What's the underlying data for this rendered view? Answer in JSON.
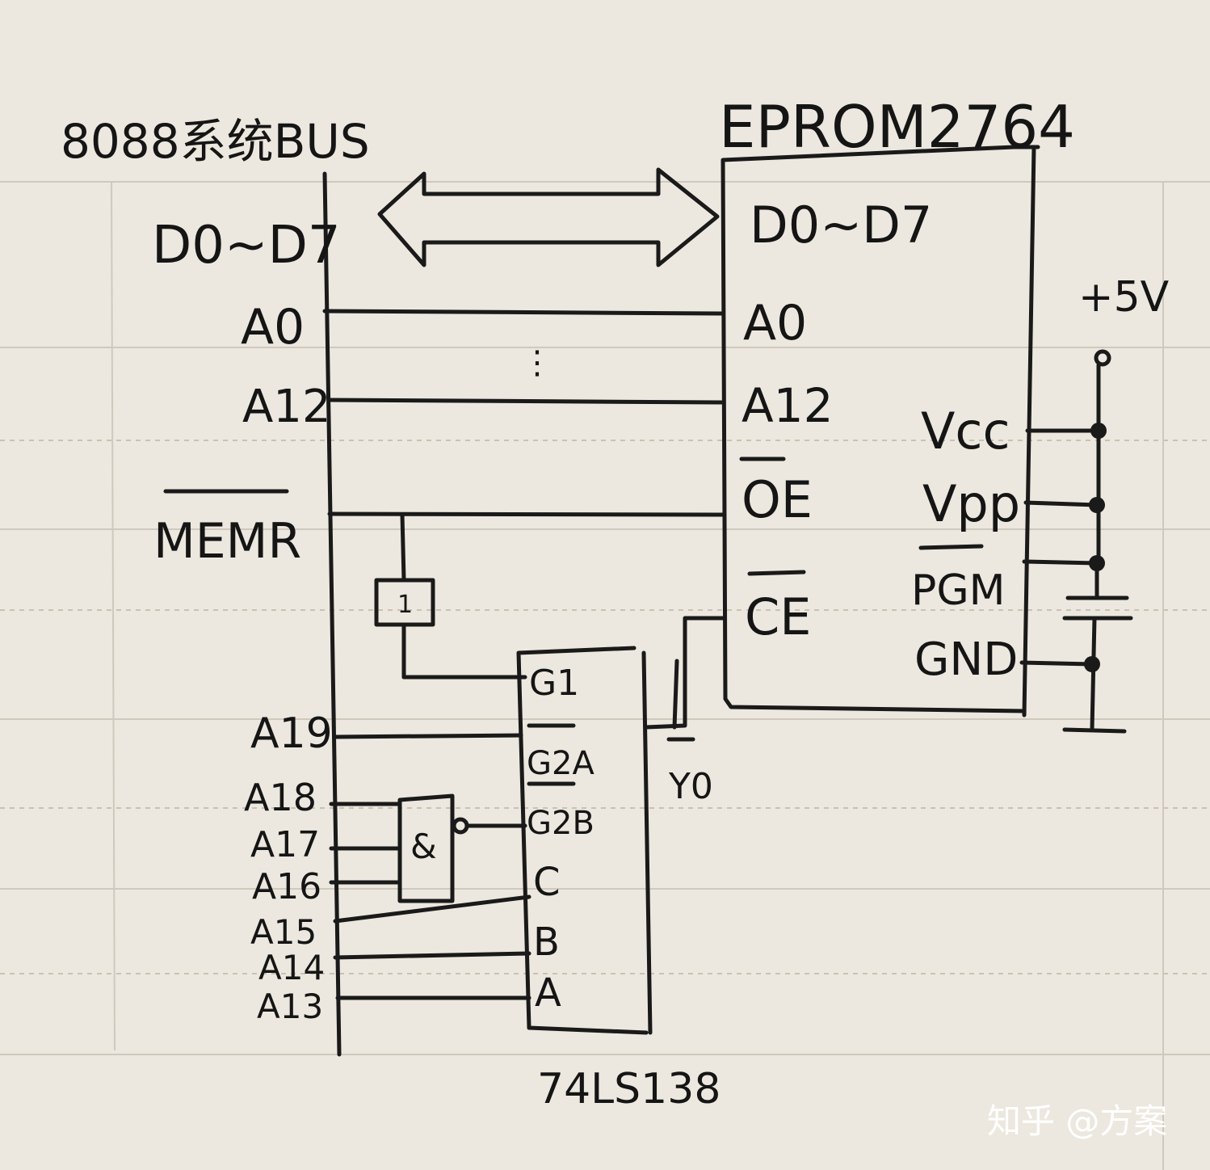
{
  "bus": {
    "title": "8088系统BUS",
    "data_label_main": "D0~D7",
    "a0_label": "A0",
    "a12_label": "A12",
    "memr_label": "MEMR",
    "a19_label": "A19",
    "a18_label": "A18",
    "a17_label": "A17",
    "a16_label": "A16",
    "a15_label": "A15",
    "a14_label": "A14",
    "a13_label": "A13"
  },
  "ellipsis": "⋮",
  "eprom": {
    "title": "EPROM2764",
    "data_label": "D0~D7",
    "a0_label": "A0",
    "a12_label": "A12",
    "oe_label": "OE",
    "ce_label": "CE",
    "vcc_label": "Vcc",
    "vpp_label": "Vpp",
    "pgm_label": "PGM",
    "gnd_label": "GND"
  },
  "power": {
    "label": "+5V"
  },
  "inverter": {
    "label": "1"
  },
  "nand": {
    "label": "&"
  },
  "decoder": {
    "title": "74LS138",
    "g1": "G1",
    "g2a": "G2A",
    "g2b": "G2B",
    "c": "C",
    "b": "B",
    "a": "A",
    "y0": "Y0"
  },
  "watermark": "知乎 @方案"
}
